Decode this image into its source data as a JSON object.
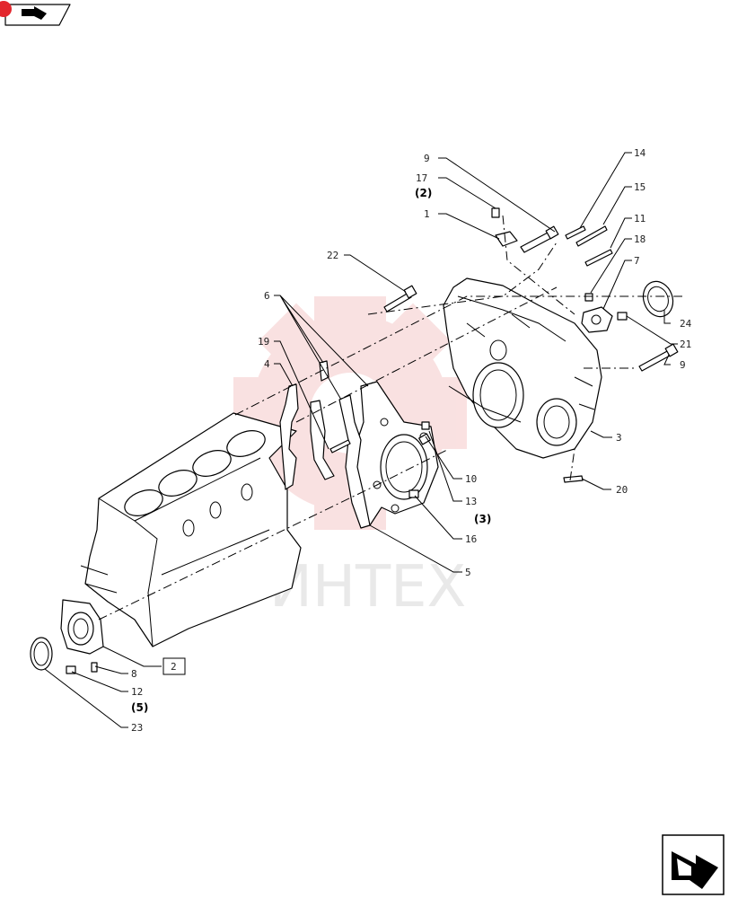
{
  "nav": {
    "prev_icon": "arrow-left-icon",
    "next_icon": "arrow-right-icon",
    "badge_color": "#e3262d"
  },
  "watermark": {
    "text": "ИНТЕХ",
    "gear_color": "#f5c9c9"
  },
  "callouts": {
    "c1": "1",
    "c2": "2",
    "c3": "3",
    "c4": "4",
    "c5": "5",
    "c6": "6",
    "c7": "7",
    "c8": "8",
    "c9a": "9",
    "c9b": "9",
    "c10": "10",
    "c11": "11",
    "c12": "12",
    "c13": "13",
    "c14": "14",
    "c15": "15",
    "c16": "16",
    "c17": "17",
    "c18": "18",
    "c19": "19",
    "c20": "20",
    "c21": "21",
    "c22": "22",
    "c23": "23",
    "c24": "24"
  },
  "refs": {
    "r2": "(2)",
    "r3": "(3)",
    "r5": "(5)"
  }
}
